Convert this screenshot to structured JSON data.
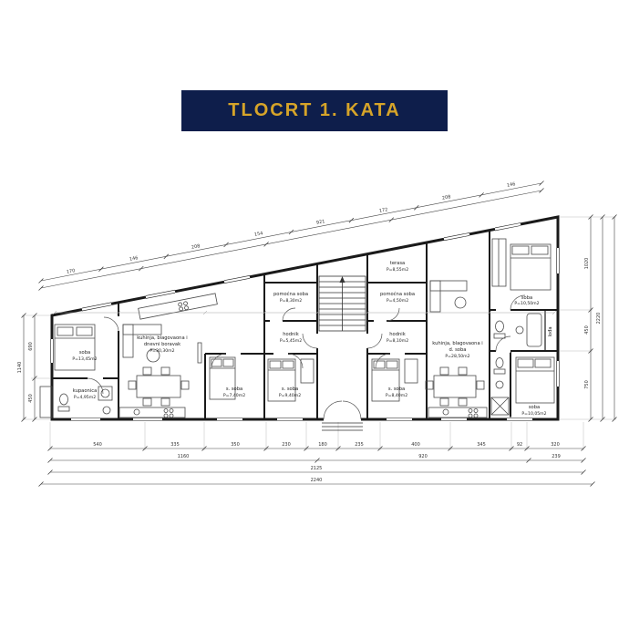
{
  "banner": {
    "title": "TLOCRT 1. KATA"
  },
  "colors": {
    "navy": "#0e1e4b",
    "gold": "#d6a429",
    "line": "#1a1a1a"
  },
  "rooms": {
    "terasa": {
      "name": "terasa",
      "area": "P=8,55m2"
    },
    "pomocna_l": {
      "name": "pomoćna soba",
      "area": "P=8,30m2"
    },
    "pomocna_r": {
      "name": "pomoćna soba",
      "area": "P=4,50m2"
    },
    "hodnik_l": {
      "name": "hodnik",
      "area": "P=5,45m2"
    },
    "hodnik_r": {
      "name": "hodnik",
      "area": "P=8,10m2"
    },
    "kuhinja_l": {
      "line1": "kuhinja, blagovaona i",
      "line2": "dnevni boravak",
      "area": "P=30,30m2"
    },
    "kuhinja_r": {
      "line1": "kuhinja, blagovaona i",
      "line2": "d. soba",
      "area": "P=28,50m2"
    },
    "soba_l": {
      "name": "soba",
      "area": "P=13,45m2"
    },
    "kupaonica_l": {
      "name": "kupaonica",
      "area": "P=4,95m2"
    },
    "ssoba_a": {
      "name": "s. soba",
      "area": "P=7,40m2"
    },
    "ssoba_b": {
      "name": "s. soba",
      "area": "P=9,40m2"
    },
    "ssoba_r": {
      "name": "s. soba",
      "area": "P=8,40m2"
    },
    "soba_tr": {
      "name": "soba",
      "area": "P=10,50m2"
    },
    "soba_br": {
      "name": "soba",
      "area": "P=10,05m2"
    },
    "loda": {
      "name": "lođa"
    }
  },
  "dims": {
    "diag": [
      "170",
      "146",
      "208",
      "154",
      "921",
      "172",
      "208",
      "146"
    ],
    "bottom1": [
      "540",
      "335",
      "350",
      "230",
      "180",
      "235",
      "400",
      "345",
      "92",
      "320"
    ],
    "bottom2": [
      "1160",
      "920",
      "239"
    ],
    "bottom3": [
      "2125"
    ],
    "bottom4": [
      "2240"
    ],
    "right1": [
      "1020",
      "450",
      "750"
    ],
    "right2": [
      "2220"
    ],
    "left1": [
      "690",
      "450"
    ],
    "left2": [
      "1140"
    ]
  }
}
